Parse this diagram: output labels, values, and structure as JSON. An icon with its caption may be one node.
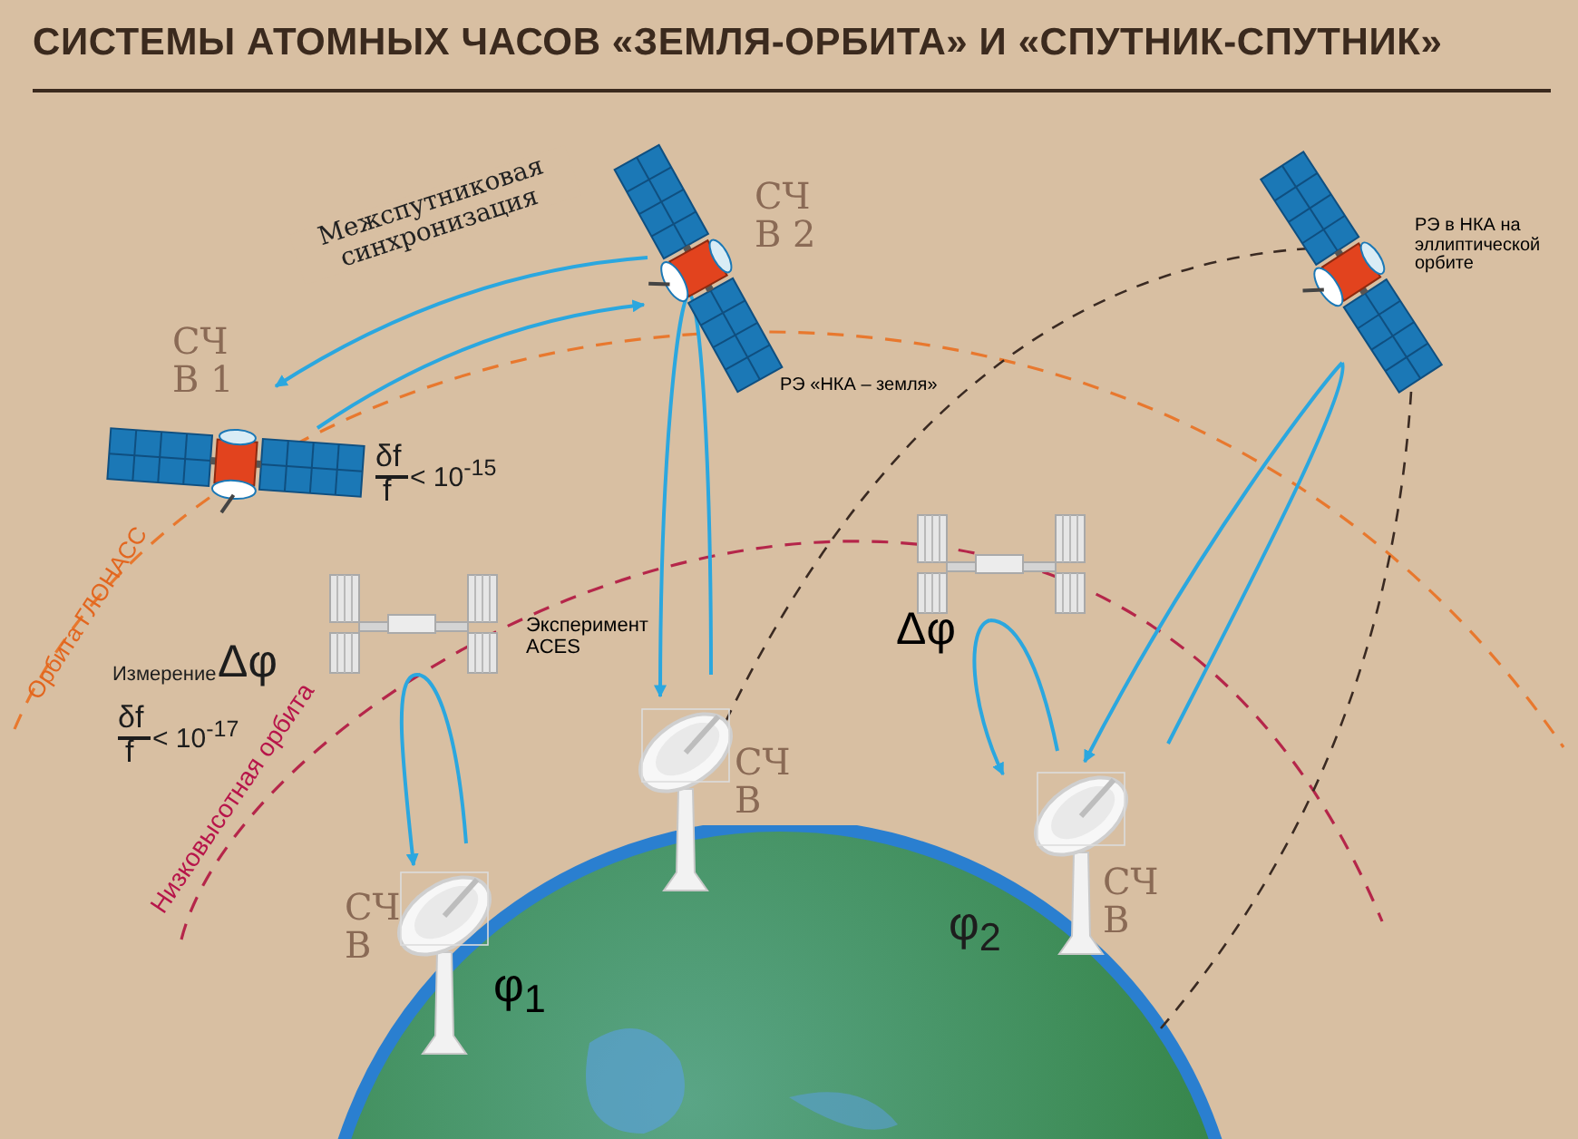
{
  "diagram": {
    "title": "СИСТЕМЫ АТОМНЫХ ЧАСОВ «ЗЕМЛЯ-ОРБИТА» И «СПУТНИК-СПУТНИК»",
    "nodes": [
      {
        "text": [
          "СЧ В 1"
        ]
      },
      {
        "text": [
          "СЧ В 2"
        ],
        "beside": [
          "РЭ «НКА – земля»"
        ]
      },
      {
        "text": [
          "РЭ в НКА на эллиптической орбите"
        ]
      },
      {
        "text": [
          "Эксперимент ACES"
        ]
      },
      {
        "text": [],
        "shape": "picture",
        "beside": [
          "Δφ"
        ]
      },
      {
        "text": [
          "СЧ В"
        ],
        "beside": [
          "φ$_{1}$"
        ]
      },
      {
        "text": [
          "СЧ В"
        ]
      },
      {
        "text": [
          "СЧ В"
        ]
      },
      {
        "text": [],
        "shape": "picture"
      }
    ],
    "edges": [
      {
        "from": 1,
        "to": 0,
        "arrow": "to",
        "label": "Межспутниковая синхронизация"
      },
      {
        "from": 0,
        "to": 1,
        "arrow": "to"
      },
      {
        "from": 1,
        "to": 6,
        "arrow": "to"
      },
      {
        "from": 3,
        "to": 5,
        "arrow": "to"
      },
      {
        "from": 2,
        "to": 7,
        "arrow": "to"
      },
      {
        "from": 4,
        "to": 7,
        "arrow": "to"
      },
      {
        "from": 6,
        "to": 2,
        "arrow": "none",
        "style": "dashed",
        "color": "#3a2a22"
      },
      {
        "from": 2,
        "to": 8,
        "arrow": "none",
        "style": "dashed",
        "color": "#3a2a22"
      }
    ],
    "labels": [
      "δf",
      "f",
      "< 10$^{-15}$",
      "Орбита ГЛОНАСС",
      "Измерение",
      "Δφ",
      "δf",
      "f",
      "< 10$^{-17}$",
      "Низковысотная орбита",
      "φ$_{2}$"
    ]
  }
}
